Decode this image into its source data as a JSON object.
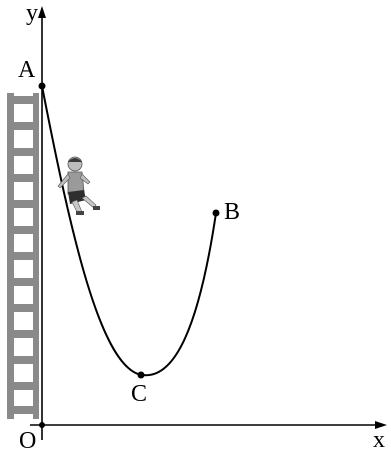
{
  "axes": {
    "x_label": "x",
    "y_label": "y",
    "origin_label": "O"
  },
  "points": {
    "a": "A",
    "b": "B",
    "c": "C"
  },
  "colors": {
    "ladder": "#8a8a8a",
    "ink": "#000000"
  },
  "icons": {
    "figure": "child-sliding-icon",
    "ladder": "ladder-icon"
  }
}
